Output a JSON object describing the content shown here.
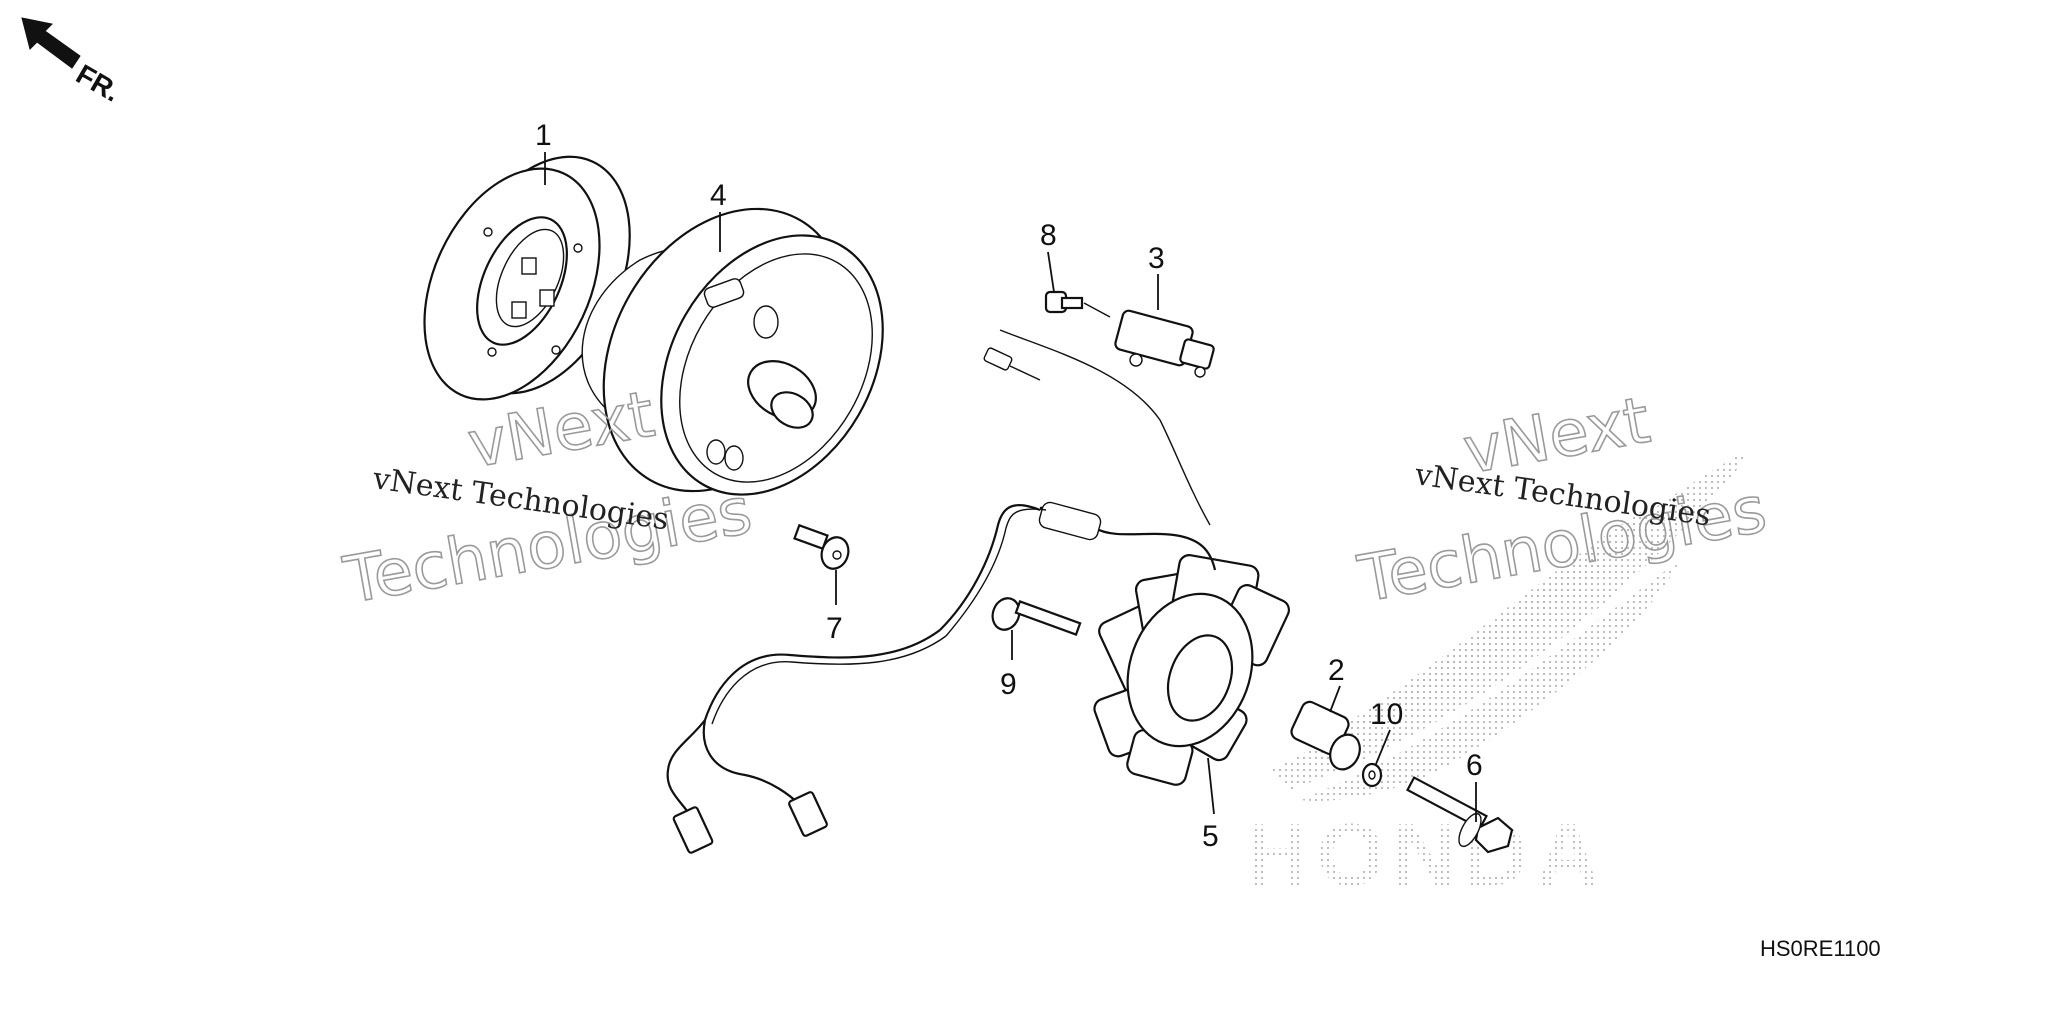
{
  "direction_indicator": {
    "text": "FR."
  },
  "callouts": [
    "1",
    "2",
    "3",
    "4",
    "5",
    "6",
    "7",
    "8",
    "9",
    "10"
  ],
  "diagram_code": "HS0RE1100",
  "watermarks": [
    {
      "name": "vNext",
      "line": "vNext Technologies",
      "outline": "Technologies"
    },
    {
      "name": "vNext",
      "line": "vNext Technologies",
      "outline": "Technologies"
    }
  ],
  "brand_watermark": "HONDA",
  "colors": {
    "ink": "#111111",
    "watermark": "#9a9a9a",
    "stipple": "#b8b8b8"
  }
}
